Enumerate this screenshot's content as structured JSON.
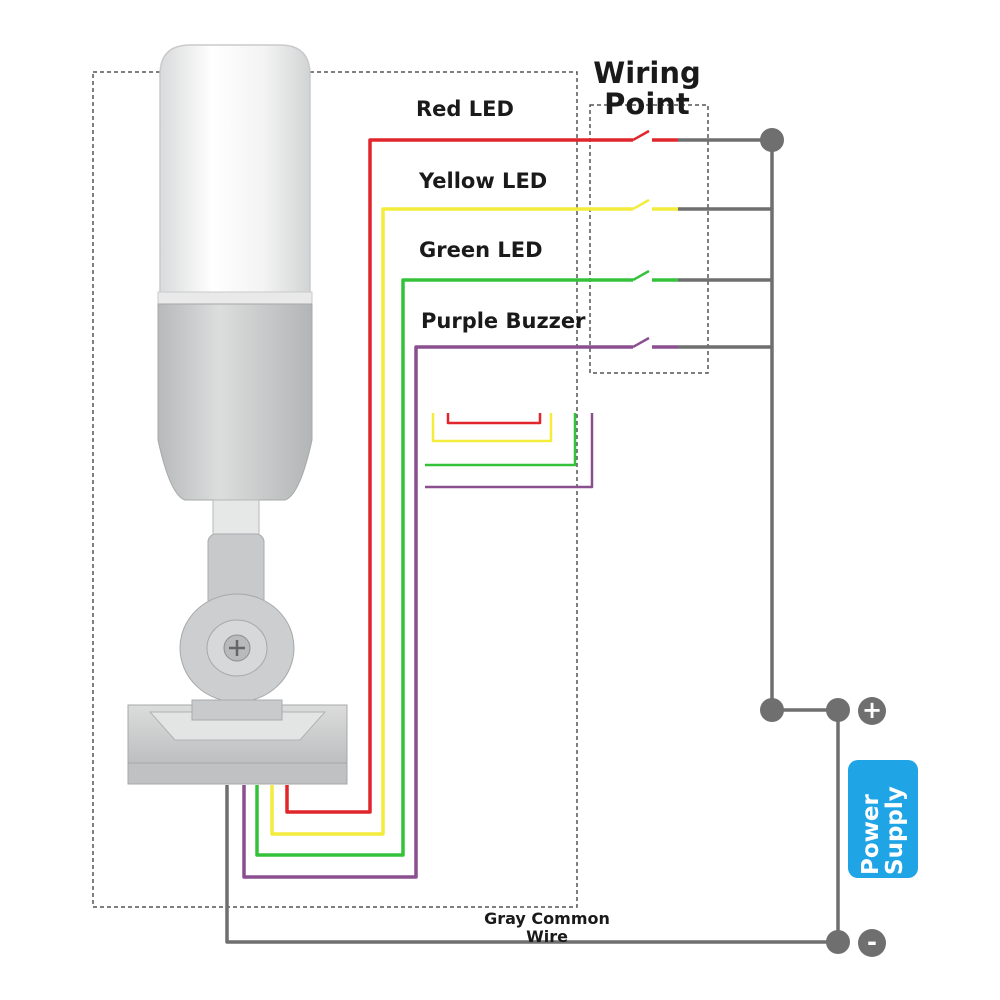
{
  "labels": {
    "wiring_point": [
      "Wiring",
      "Point"
    ],
    "red_led": "Red LED",
    "yellow_led": "Yellow LED",
    "green_led": "Green LED",
    "purple_buzzer": "Purple Buzzer",
    "gray_common_wire": [
      "Gray Common",
      "Wire"
    ],
    "power_supply": [
      "Power",
      "Supply"
    ],
    "plus": "+",
    "minus": "-"
  },
  "colors": {
    "red": "#e0262c",
    "yellow": "#f4ec3c",
    "green": "#35c23b",
    "purple": "#8a4f8f",
    "gray": "#6f6f6f",
    "power_supply": "#1fa4e6"
  },
  "icons": [
    "switch-icon",
    "terminal-dot-icon",
    "screw-icon"
  ]
}
